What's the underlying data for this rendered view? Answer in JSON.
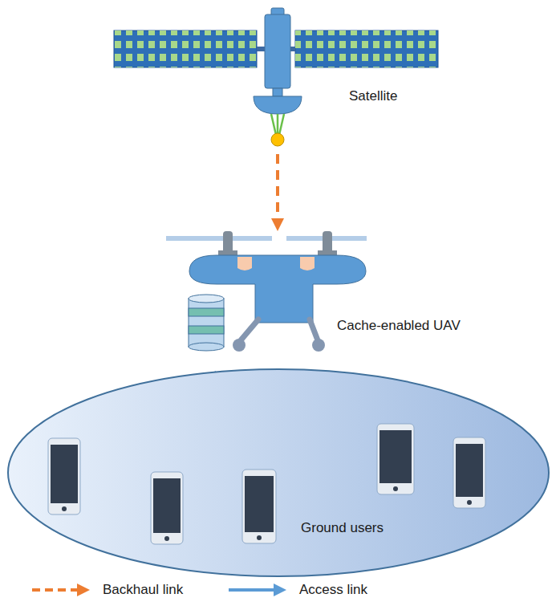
{
  "diagram": {
    "nodes": [
      {
        "text": [
          "Satellite"
        ]
      },
      {
        "text": [
          "Cache-enabled UAV"
        ]
      },
      {
        "text": [
          "Ground users"
        ]
      }
    ],
    "edges": [
      {
        "from": 0,
        "to": 1,
        "arrow": "to"
      },
      {
        "from": 1,
        "to": 2,
        "arrow": "to"
      },
      {
        "from": 1,
        "to": 2,
        "arrow": "to"
      },
      {
        "from": 1,
        "to": 2,
        "arrow": "to"
      },
      {
        "from": 1,
        "to": 2,
        "arrow": "to"
      }
    ],
    "legend": [
      {
        "text": "Backhaul link"
      },
      {
        "text": "Access link"
      }
    ]
  }
}
